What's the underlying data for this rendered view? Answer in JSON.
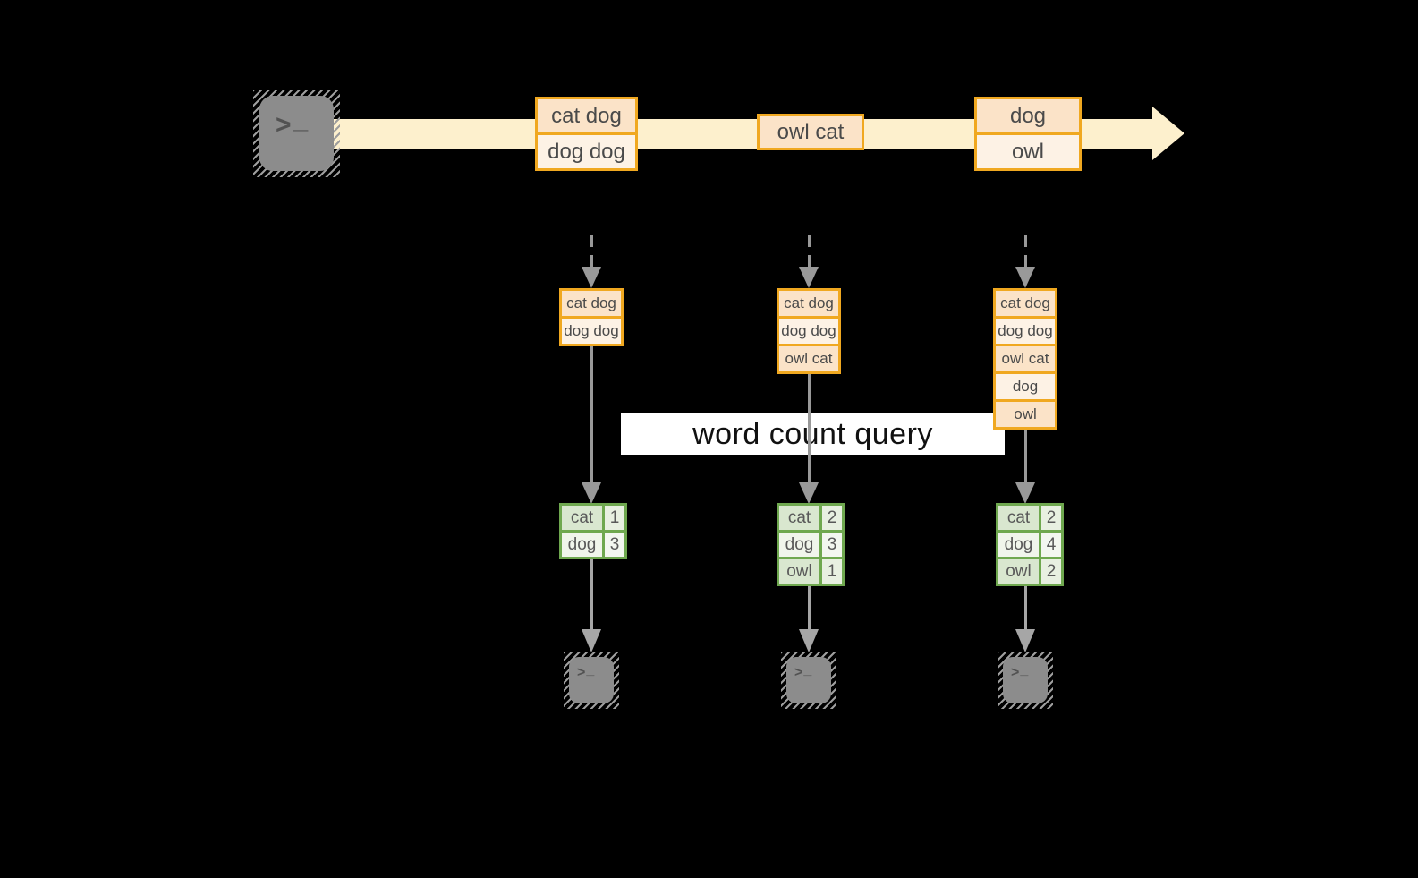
{
  "diagram": {
    "query_label": "word count query",
    "icon_glyphs": {
      "prompt_chevron": ">",
      "prompt_underscore": "_"
    },
    "colors": {
      "background": "#000000",
      "stream_band": "#FDF0CD",
      "orange_stroke": "#F0A820",
      "orange_fill_dark": "#FBE3C8",
      "orange_fill_light": "#FDF2E5",
      "green_stroke": "#6FA84F",
      "green_fill_dark": "#D9E7CF",
      "green_fill_light": "#F0F5EB",
      "arrow_gray": "#999999",
      "terminal_gray": "#8C8C8C",
      "label_bg": "#FFFFFF"
    },
    "stream": {
      "source_icon": "terminal-icon",
      "events": [
        {
          "lines": [
            "cat dog",
            "dog dog"
          ]
        },
        {
          "lines": [
            "owl cat"
          ]
        },
        {
          "lines": [
            "dog",
            "owl"
          ]
        }
      ]
    },
    "states": [
      {
        "lines": [
          "cat dog",
          "dog dog"
        ]
      },
      {
        "lines": [
          "cat dog",
          "dog dog",
          "owl cat"
        ]
      },
      {
        "lines": [
          "cat dog",
          "dog dog",
          "owl cat",
          "dog",
          "owl"
        ]
      }
    ],
    "results": [
      {
        "rows": [
          {
            "word": "cat",
            "count": "1"
          },
          {
            "word": "dog",
            "count": "3"
          }
        ]
      },
      {
        "rows": [
          {
            "word": "cat",
            "count": "2"
          },
          {
            "word": "dog",
            "count": "3"
          },
          {
            "word": "owl",
            "count": "1"
          }
        ]
      },
      {
        "rows": [
          {
            "word": "cat",
            "count": "2"
          },
          {
            "word": "dog",
            "count": "4"
          },
          {
            "word": "owl",
            "count": "2"
          }
        ]
      }
    ],
    "sinks": [
      "terminal-icon",
      "terminal-icon",
      "terminal-icon"
    ]
  }
}
